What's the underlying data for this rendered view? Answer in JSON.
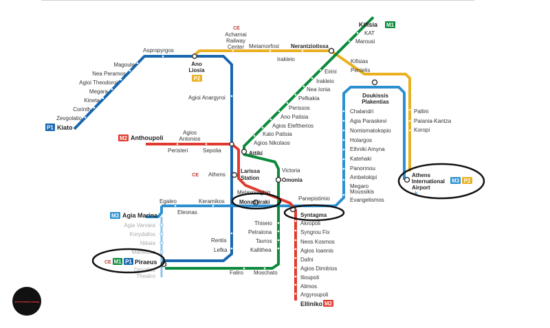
{
  "title": "",
  "lines": {
    "green": {
      "label": "M1",
      "color": "#0a8a3a"
    },
    "red": {
      "label": "M2",
      "color": "#e03a2e"
    },
    "blue": {
      "label": "M3",
      "color": "#1e7bc4"
    },
    "suburban_blue": {
      "label": "P1",
      "color": "#1766b0"
    },
    "suburban_yellow": {
      "label": "P2",
      "color": "#eab020"
    }
  },
  "badges": {
    "p1": "P1",
    "m1": "M1",
    "m2": "M2",
    "m3": "M3",
    "p2": "P2",
    "ce": "CE"
  },
  "terminals": {
    "kiato": "Kiato",
    "kifisia": "Kifisia",
    "anthoupoli": "Anthoupoli",
    "agia_marina": "Agia Marina",
    "airport": [
      "Athens",
      "International",
      "Airport"
    ],
    "elliniko": "Elliniko",
    "piraeus": "Piraeus"
  },
  "stations": {
    "suburban_west": [
      "Magoula",
      "Nea Peramos",
      "Agioi Theodoroi",
      "Megara",
      "Kineta",
      "Corinth",
      "Zevgolatio"
    ],
    "aspropyrgos": "Aspropyrgos",
    "ano_liosia": [
      "Ano",
      "Liosia"
    ],
    "acharnai": [
      "Acharnai",
      "Railway",
      "Center"
    ],
    "metamorfosi": "Metamorfosi",
    "nerantziotissa": "Nerantziotissa",
    "irakleio_upper": "Irakleio",
    "agioi_anargyroi": "Agioi Anargyroi",
    "kat": "KAT",
    "marousi": "Marousi",
    "eirini": "Eirini",
    "irakleio_m1": "Irakleio",
    "nea_ionia": "Nea Ionia",
    "pefkakia": "Pefkakia",
    "perissos": "Perissos",
    "ano_patisia": "Ano Patisia",
    "agios_eleftherios": "Agios Eleftherios",
    "kato_patisia": "Kato Patisia",
    "agios_nikolaos": "Agios Nikolaos",
    "attiki": "Attiki",
    "kifisias": "Kifisias",
    "pentelis": "Pentelis",
    "doukissis": [
      "Doukissis",
      "Plakentias"
    ],
    "pallini": "Pallini",
    "paiania": "Paiania-Kantza",
    "koropi": "Koropi",
    "m3_north": [
      "Chalandri",
      "Agia Paraskevi",
      "Nomismatokopio",
      "Holargos",
      "Ethniki Amyna",
      "Katehaki",
      "Panormou",
      "Ambelokipi"
    ],
    "megaro": [
      "Megaro",
      "Moussikis"
    ],
    "evangelismos": "Evangelismos",
    "agios_antonios": [
      "Agios",
      "Antonios"
    ],
    "peristeri": "Peristeri",
    "sepolia": "Sepolia",
    "athens": "Athens",
    "larissa": [
      "Larissa",
      "Station"
    ],
    "victoria": "Victoria",
    "omonia": "Omonia",
    "metaxourghio": "Metaxourghio",
    "monastiraki": "Monastiraki",
    "panepistimio": "Panepistimio",
    "egaleo": "Egaleo",
    "keramikos": "Keramikos",
    "eleonas": "Eleonas",
    "syntagma": "Syntagma",
    "agia_marina_branch": [
      "Agia Varvara",
      "Korydallos",
      "Nikaia",
      "Maniatika"
    ],
    "dimotiko": [
      "Dimotiko",
      "Theatro"
    ],
    "thiseio": "Thiseio",
    "petralona": "Petralona",
    "tavros": "Tavros",
    "kallithea": "Kallithea",
    "rentis": "Rentis",
    "lefka": "Lefka",
    "faliro": "Faliro",
    "moschato": "Moschato",
    "m2_south": [
      "Akropoli",
      "Syngrou Fix",
      "Neos Kosmos",
      "Agios Ioannis",
      "Dafni",
      "Agios Dimitrios",
      "Ilioupoli",
      "Alimos",
      "Argyroupoli"
    ]
  },
  "logo_text": "@metroathensmap"
}
